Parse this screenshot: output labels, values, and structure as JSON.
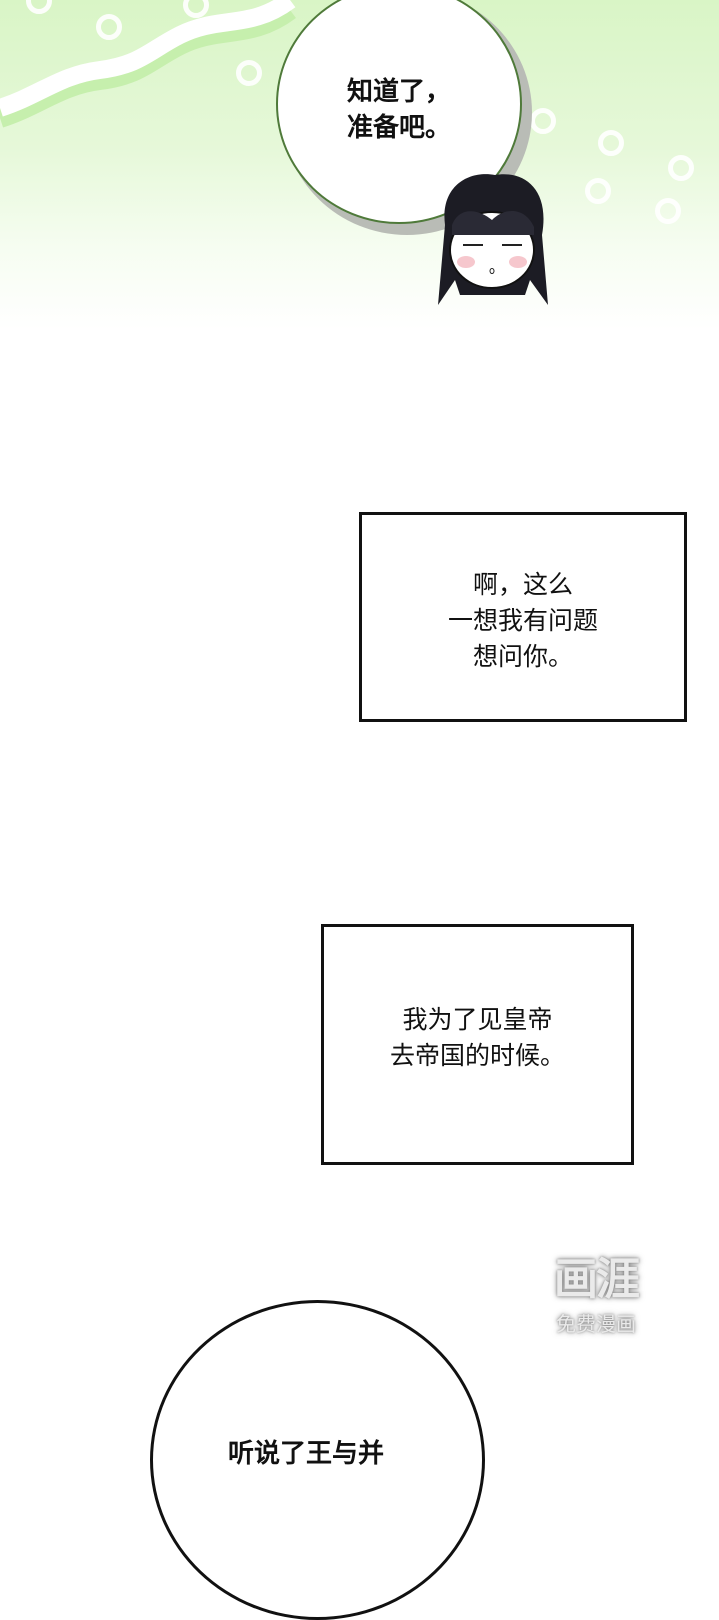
{
  "panels": {
    "top": {
      "speech_bubble": {
        "lines": [
          "知道了，",
          "准备吧。"
        ]
      },
      "background_color": "#d9f5c6",
      "bubble_border_color": "#4f7a3a"
    },
    "caption_1": {
      "lines": [
        "啊，这么",
        "一想我有问题",
        "想问你。"
      ]
    },
    "caption_2": {
      "lines": [
        "我为了见皇帝",
        "去帝国的时候。"
      ]
    },
    "bottom_bubble": {
      "partial_text": "听说了王与并"
    }
  },
  "watermark": {
    "logo": "画涯",
    "subtitle": "免费漫画"
  }
}
